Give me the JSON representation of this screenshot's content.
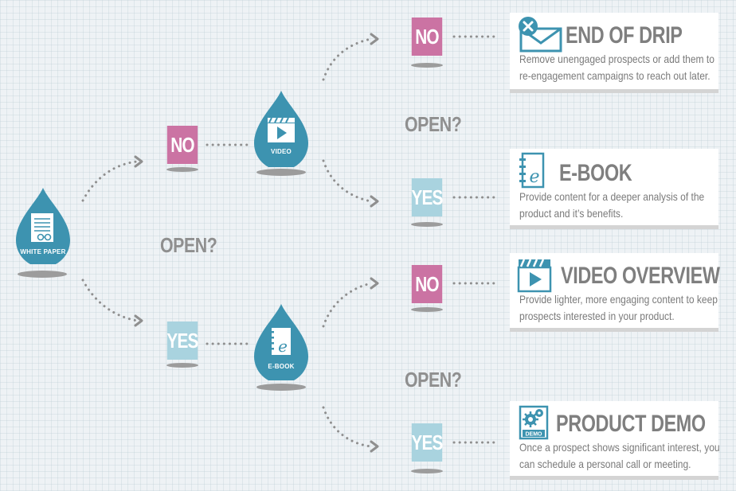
{
  "nodes": {
    "white_paper": {
      "label": "WHITE PAPER",
      "icon": "document-icon"
    },
    "video": {
      "label": "VIDEO",
      "icon": "video-clapper-icon"
    },
    "ebook": {
      "label": "E-BOOK",
      "icon": "ebook-icon"
    }
  },
  "decisions": {
    "open_1": "OPEN?",
    "open_2": "OPEN?",
    "open_3": "OPEN?"
  },
  "boxes": {
    "no_1": "NO",
    "yes_1": "YES",
    "no_2": "NO",
    "yes_2": "YES",
    "no_3": "NO",
    "yes_3": "YES"
  },
  "outcomes": [
    {
      "title": "END OF DRIP",
      "icon": "envelope-x-icon",
      "desc_line1": "Remove unengaged prospects or add them to",
      "desc_line2": "re-engagement campaigns to reach out later."
    },
    {
      "title": "E-BOOK",
      "icon": "ebook-icon",
      "desc_line1": "Provide content for a deeper analysis of the",
      "desc_line2": "product and it’s benefits."
    },
    {
      "title": "VIDEO OVERVIEW",
      "icon": "video-clapper-icon",
      "desc_line1": "Provide lighter, more engaging content to keep",
      "desc_line2": "prospects interested in your product."
    },
    {
      "title": "PRODUCT DEMO",
      "icon": "demo-gears-icon",
      "icon_text": "DEMO",
      "desc_line1": "Once a prospect shows significant interest, you",
      "desc_line2": "can schedule a personal call or meeting."
    }
  ],
  "colors": {
    "drop": "#3d93b0",
    "no": "#cb73a3",
    "yes": "#a9d3df",
    "text_gray": "#8f8f8f",
    "connector": "#8f8f8f"
  }
}
